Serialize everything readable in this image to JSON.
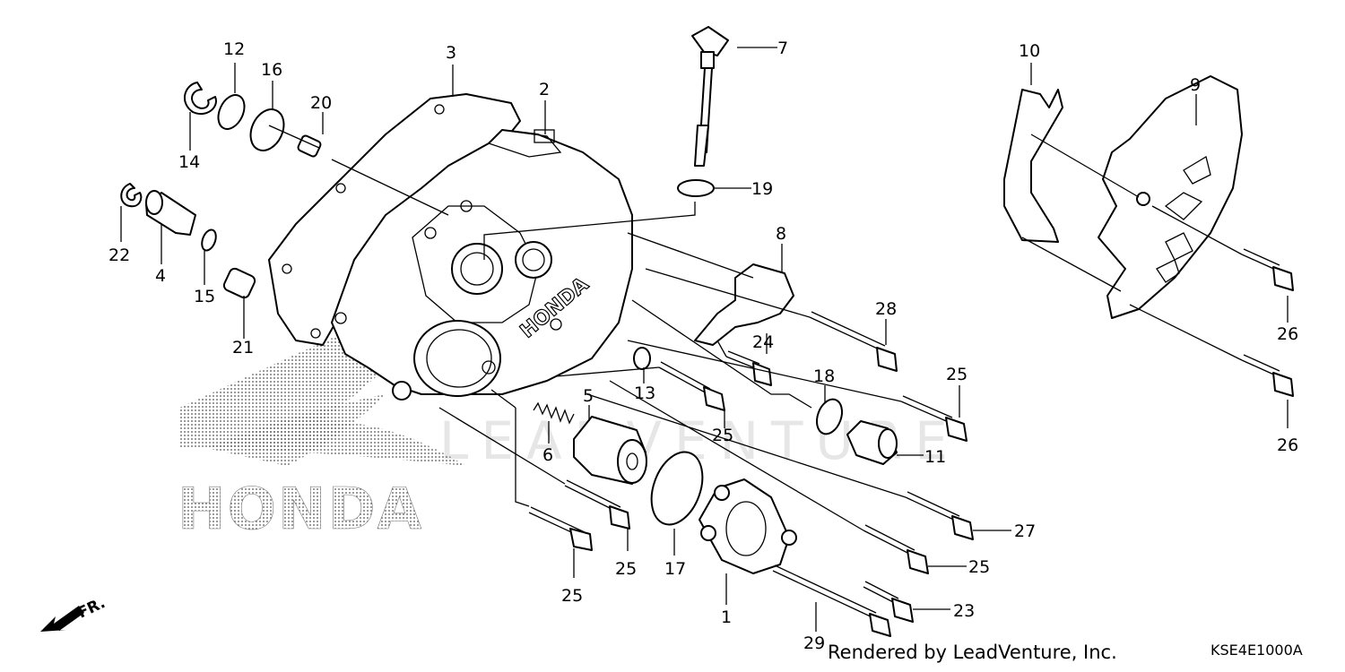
{
  "diagram": {
    "callouts": {
      "p1": "1",
      "p2": "2",
      "p3": "3",
      "p4": "4",
      "p5": "5",
      "p6": "6",
      "p7": "7",
      "p8": "8",
      "p9": "9",
      "p10": "10",
      "p11": "11",
      "p12": "12",
      "p13": "13",
      "p14": "14",
      "p15": "15",
      "p16": "16",
      "p17": "17",
      "p18": "18",
      "p19": "19",
      "p20": "20",
      "p21": "21",
      "p22": "22",
      "p23": "23",
      "p24": "24",
      "p25a": "25",
      "p25b": "25",
      "p25c": "25",
      "p25d": "25",
      "p25e": "25",
      "p26a": "26",
      "p26b": "26",
      "p27": "27",
      "p28": "28",
      "p29": "29"
    },
    "cover_brand": "HONDA",
    "logo_text": "HONDA",
    "front_marker": "FR.",
    "watermark": "LEADVENTURE"
  },
  "footer": {
    "credit": "Rendered by LeadVenture, Inc.",
    "diagram_code": "KSE4E1000A"
  }
}
